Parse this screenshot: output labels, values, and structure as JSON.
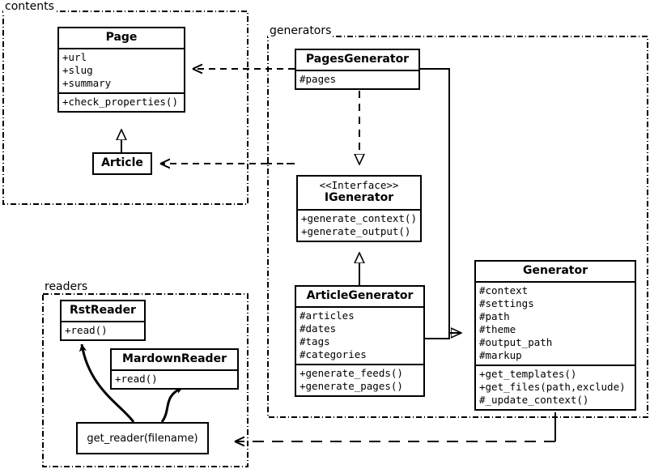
{
  "diagram": {
    "title": "UML class diagram",
    "stroke_color": "#000000",
    "fill_color": "#ffffff"
  },
  "packages": [
    {
      "id": "contents",
      "label": "contents"
    },
    {
      "id": "generators",
      "label": "generators"
    },
    {
      "id": "readers",
      "label": "readers"
    }
  ],
  "classes": {
    "page": {
      "name": "Page",
      "attributes": [
        "+url",
        "+slug",
        "+summary"
      ],
      "methods": [
        "+check_properties()"
      ]
    },
    "article": {
      "name": "Article",
      "attributes": [],
      "methods": []
    },
    "pages_generator": {
      "name": "PagesGenerator",
      "attributes": [
        "#pages"
      ],
      "methods": []
    },
    "igenerator": {
      "stereotype": "<<Interface>>",
      "name": "IGenerator",
      "attributes": [],
      "methods": [
        "+generate_context()",
        "+generate_output()"
      ]
    },
    "article_generator": {
      "name": "ArticleGenerator",
      "attributes": [
        "#articles",
        "#dates",
        "#tags",
        "#categories"
      ],
      "methods": [
        "+generate_feeds()",
        "+generate_pages()"
      ]
    },
    "generator": {
      "name": "Generator",
      "attributes": [
        "#context",
        "#settings",
        "#path",
        "#theme",
        "#output_path",
        "#markup"
      ],
      "methods": [
        "+get_templates()",
        "+get_files(path,exclude)",
        "#_update_context()"
      ]
    },
    "rst_reader": {
      "name": "RstReader",
      "attributes": [],
      "methods": [
        "+read()"
      ]
    },
    "mardown_reader": {
      "name": "MardownReader",
      "attributes": [],
      "methods": [
        "+read()"
      ]
    }
  },
  "functions": {
    "get_reader": {
      "label": "get_reader(filename)"
    }
  },
  "relations": [
    {
      "from": "Article",
      "to": "Page",
      "type": "generalization"
    },
    {
      "from": "PagesGenerator",
      "to": "IGenerator",
      "type": "realization"
    },
    {
      "from": "ArticleGenerator",
      "to": "IGenerator",
      "type": "generalization"
    },
    {
      "from": "PagesGenerator",
      "to": "Generator",
      "type": "generalization"
    },
    {
      "from": "ArticleGenerator",
      "to": "Generator",
      "type": "generalization"
    },
    {
      "from": "PagesGenerator",
      "to": "Page",
      "type": "dependency"
    },
    {
      "from": "ArticleGenerator",
      "to": "Article",
      "type": "dependency"
    },
    {
      "from": "Generator",
      "to": "get_reader(filename)",
      "type": "dependency"
    },
    {
      "from": "get_reader(filename)",
      "to": "RstReader",
      "type": "creates"
    },
    {
      "from": "get_reader(filename)",
      "to": "MardownReader",
      "type": "creates"
    }
  ]
}
